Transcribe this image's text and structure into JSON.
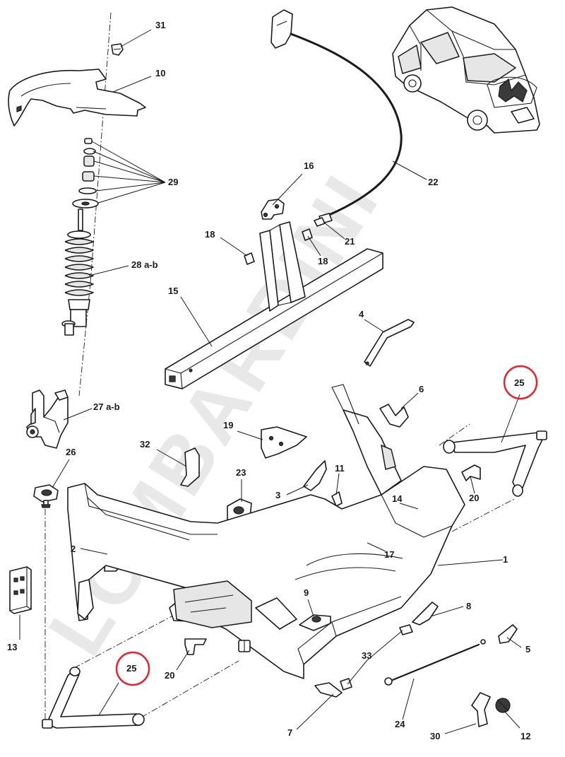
{
  "watermark": "LOMBARDINI",
  "colors": {
    "ink": "#1a1a1a",
    "highlight_circle": "#e8202a",
    "watermark": "#d8d8d8"
  },
  "callouts": [
    {
      "id": "1",
      "label": "1"
    },
    {
      "id": "2",
      "label": "2"
    },
    {
      "id": "3",
      "label": "3"
    },
    {
      "id": "4",
      "label": "4"
    },
    {
      "id": "5",
      "label": "5"
    },
    {
      "id": "6",
      "label": "6"
    },
    {
      "id": "7",
      "label": "7"
    },
    {
      "id": "8",
      "label": "8"
    },
    {
      "id": "9",
      "label": "9"
    },
    {
      "id": "10",
      "label": "10"
    },
    {
      "id": "11",
      "label": "11"
    },
    {
      "id": "12",
      "label": "12"
    },
    {
      "id": "13",
      "label": "13"
    },
    {
      "id": "14",
      "label": "14"
    },
    {
      "id": "15",
      "label": "15"
    },
    {
      "id": "16",
      "label": "16"
    },
    {
      "id": "17",
      "label": "17"
    },
    {
      "id": "18a",
      "label": "18"
    },
    {
      "id": "18b",
      "label": "18"
    },
    {
      "id": "19",
      "label": "19"
    },
    {
      "id": "20a",
      "label": "20"
    },
    {
      "id": "20b",
      "label": "20"
    },
    {
      "id": "21",
      "label": "21"
    },
    {
      "id": "22",
      "label": "22"
    },
    {
      "id": "23",
      "label": "23"
    },
    {
      "id": "24",
      "label": "24"
    },
    {
      "id": "25a",
      "label": "25",
      "highlighted": true
    },
    {
      "id": "25b",
      "label": "25",
      "highlighted": true
    },
    {
      "id": "26",
      "label": "26"
    },
    {
      "id": "27",
      "label": "27 a-b"
    },
    {
      "id": "28",
      "label": "28 a-b"
    },
    {
      "id": "29",
      "label": "29"
    },
    {
      "id": "30",
      "label": "30"
    },
    {
      "id": "31",
      "label": "31"
    },
    {
      "id": "32",
      "label": "32"
    },
    {
      "id": "33",
      "label": "33"
    }
  ]
}
